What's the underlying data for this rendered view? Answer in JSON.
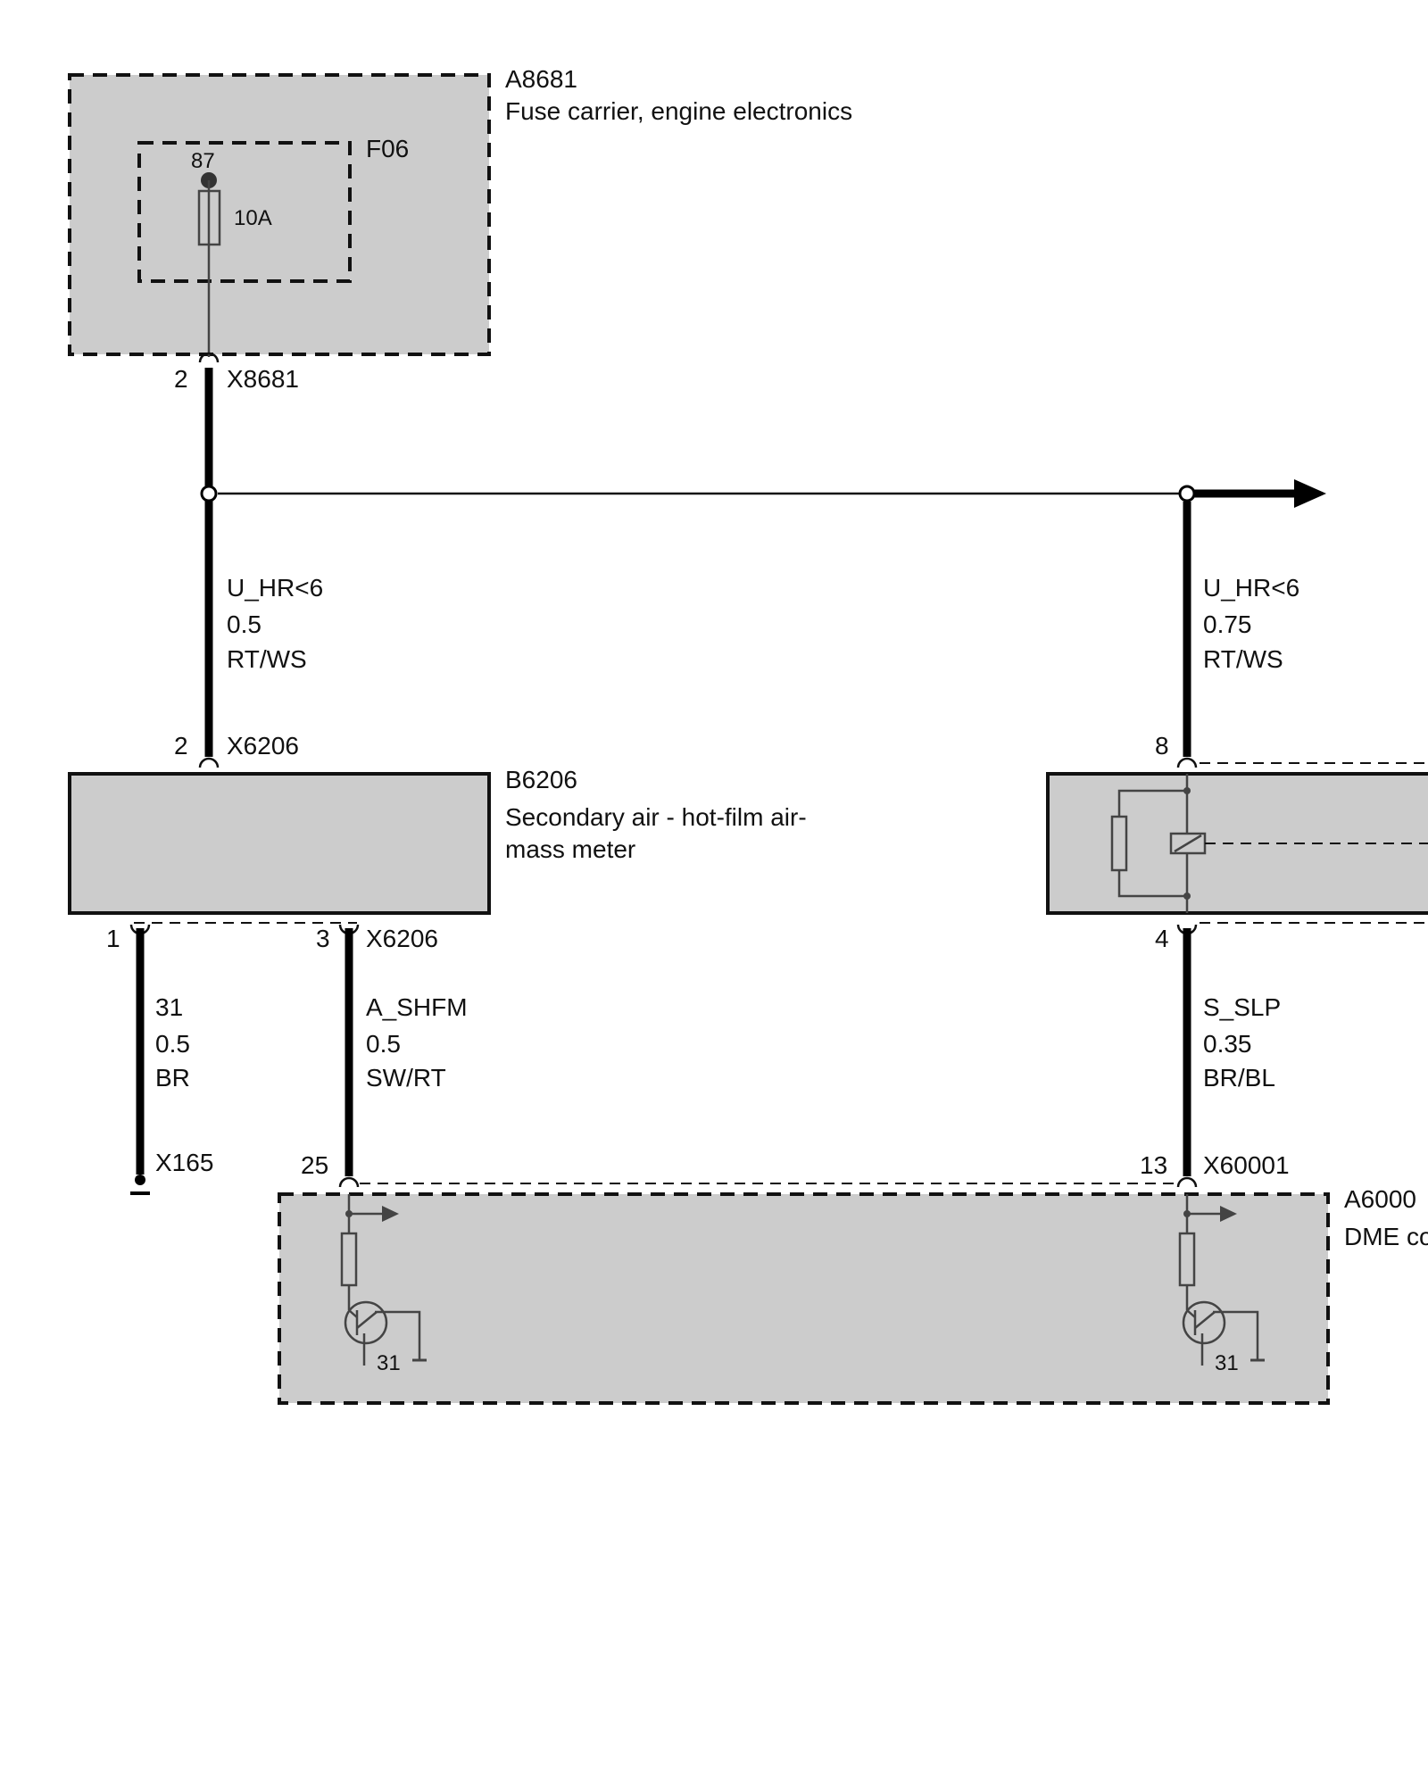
{
  "components": {
    "fuse_carrier": {
      "id": "A8681",
      "name": "Fuse carrier, engine electronics"
    },
    "fuse": {
      "id": "F06",
      "terminal": "87",
      "rating": "10A"
    },
    "hfm": {
      "id": "B6206",
      "name_line1": "Secondary air - hot-film air-",
      "name_line2": "mass meter"
    },
    "dme": {
      "id": "A6000",
      "name_partial": "DME co"
    }
  },
  "connectors": {
    "x8681": {
      "id": "X8681",
      "pin": "2"
    },
    "x6206_top": {
      "id": "X6206",
      "pin": "2"
    },
    "x6206_bottom": {
      "id": "X6206",
      "pin1": "1",
      "pin3": "3"
    },
    "relay_top_pin": "8",
    "relay_bottom_pin": "4",
    "x165": {
      "id": "X165"
    },
    "dme_left_pin": "25",
    "x60001": {
      "id": "X60001",
      "pin": "13"
    }
  },
  "wires": {
    "w_left_top": {
      "signal": "U_HR<6",
      "size": "0.5",
      "color": "RT/WS"
    },
    "w_right_top": {
      "signal": "U_HR<6",
      "size": "0.75",
      "color": "RT/WS"
    },
    "w_ground": {
      "signal": "31",
      "size": "0.5",
      "color": "BR"
    },
    "w_shfm": {
      "signal": "A_SHFM",
      "size": "0.5",
      "color": "SW/RT"
    },
    "w_slp": {
      "signal": "S_SLP",
      "size": "0.35",
      "color": "BR/BL"
    }
  },
  "ground_labels": {
    "left": "31",
    "right": "31"
  }
}
